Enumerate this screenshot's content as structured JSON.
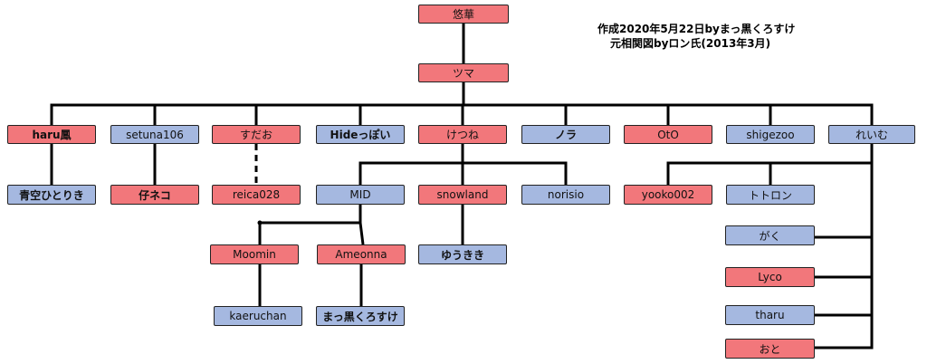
{
  "credits": {
    "line1": "作成2020年5月22日byまっ黒くろすけ",
    "line2": "元相関図byロン氏(2013年3月)"
  },
  "colors": {
    "red": "#f2777b",
    "blue": "#a5b8e0",
    "line": "#000000"
  },
  "nodes": [
    {
      "id": "yuuka",
      "label": "悠華",
      "color": "red"
    },
    {
      "id": "tsuma",
      "label": "ツマ",
      "color": "red"
    },
    {
      "id": "haru",
      "label": "haru鳳",
      "color": "red",
      "bold": true
    },
    {
      "id": "setuna",
      "label": "setuna106",
      "color": "blue"
    },
    {
      "id": "sudao",
      "label": "すだお",
      "color": "red"
    },
    {
      "id": "hide",
      "label": "Hideっぽい",
      "color": "blue",
      "bold": true
    },
    {
      "id": "ketsune",
      "label": "けつね",
      "color": "red"
    },
    {
      "id": "nora",
      "label": "ノラ",
      "color": "blue",
      "bold": true
    },
    {
      "id": "oto",
      "label": "OtO",
      "color": "red"
    },
    {
      "id": "shigezoo",
      "label": "shigezoo",
      "color": "blue"
    },
    {
      "id": "reimu",
      "label": "れいむ",
      "color": "blue"
    },
    {
      "id": "aozora",
      "label": "青空ひとりき",
      "color": "blue",
      "bold": true
    },
    {
      "id": "koneko",
      "label": "仔ネコ",
      "color": "red",
      "bold": true
    },
    {
      "id": "reica",
      "label": "reica028",
      "color": "red"
    },
    {
      "id": "mid",
      "label": "MID",
      "color": "blue"
    },
    {
      "id": "snowland",
      "label": "snowland",
      "color": "red"
    },
    {
      "id": "norisio",
      "label": "norisio",
      "color": "blue"
    },
    {
      "id": "yooko",
      "label": "yooko002",
      "color": "red"
    },
    {
      "id": "totoron",
      "label": "トトロン",
      "color": "blue"
    },
    {
      "id": "moomin",
      "label": "Moomin",
      "color": "red"
    },
    {
      "id": "ameonna",
      "label": "Ameonna",
      "color": "red"
    },
    {
      "id": "yuukiki",
      "label": "ゆうきき",
      "color": "blue",
      "bold": true
    },
    {
      "id": "gaku",
      "label": "がく",
      "color": "blue"
    },
    {
      "id": "lyco",
      "label": "Lyco",
      "color": "red"
    },
    {
      "id": "kaeruchan",
      "label": "kaeruchan",
      "color": "blue"
    },
    {
      "id": "makkuro",
      "label": "まっ黒くろすけ",
      "color": "blue",
      "bold": true
    },
    {
      "id": "tharu",
      "label": "tharu",
      "color": "blue"
    },
    {
      "id": "oto2",
      "label": "おと",
      "color": "red"
    }
  ],
  "edges": [
    {
      "from": "yuuka",
      "to": "tsuma"
    },
    {
      "from": "tsuma",
      "to": "haru"
    },
    {
      "from": "tsuma",
      "to": "setuna"
    },
    {
      "from": "tsuma",
      "to": "sudao"
    },
    {
      "from": "tsuma",
      "to": "hide"
    },
    {
      "from": "tsuma",
      "to": "ketsune"
    },
    {
      "from": "tsuma",
      "to": "nora"
    },
    {
      "from": "tsuma",
      "to": "oto"
    },
    {
      "from": "tsuma",
      "to": "shigezoo"
    },
    {
      "from": "tsuma",
      "to": "reimu"
    },
    {
      "from": "haru",
      "to": "aozora"
    },
    {
      "from": "setuna",
      "to": "koneko"
    },
    {
      "from": "sudao",
      "to": "reica",
      "dashed": true
    },
    {
      "from": "ketsune",
      "to": "mid"
    },
    {
      "from": "ketsune",
      "to": "snowland"
    },
    {
      "from": "ketsune",
      "to": "norisio"
    },
    {
      "from": "mid",
      "to": "moomin"
    },
    {
      "from": "mid",
      "to": "ameonna"
    },
    {
      "from": "moomin",
      "to": "kaeruchan"
    },
    {
      "from": "ameonna",
      "to": "makkuro"
    },
    {
      "from": "snowland",
      "to": "yuukiki"
    },
    {
      "from": "reimu",
      "to": "yooko"
    },
    {
      "from": "reimu",
      "to": "totoron"
    },
    {
      "from": "reimu",
      "to": "gaku"
    },
    {
      "from": "reimu",
      "to": "lyco"
    },
    {
      "from": "reimu",
      "to": "tharu"
    },
    {
      "from": "reimu",
      "to": "oto2"
    }
  ]
}
